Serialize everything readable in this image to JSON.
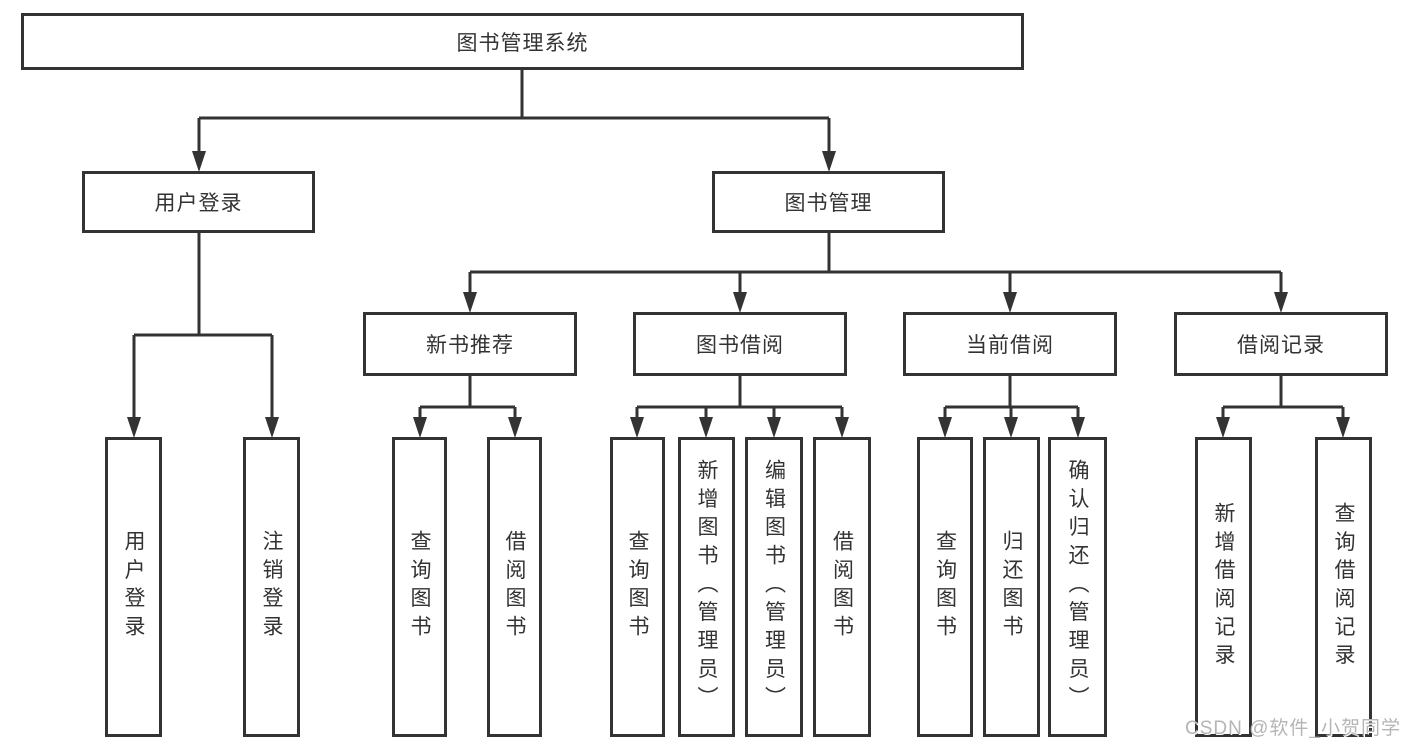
{
  "diagram": {
    "root": {
      "label": "图书管理系统"
    },
    "level2": {
      "login": {
        "label": "用户登录"
      },
      "mgmt": {
        "label": "图书管理"
      }
    },
    "level3": {
      "newbook": {
        "label": "新书推荐"
      },
      "borrow": {
        "label": "图书借阅"
      },
      "current": {
        "label": "当前借阅"
      },
      "records": {
        "label": "借阅记录"
      }
    },
    "leaves": {
      "login": [
        "用户登录",
        "注销登录"
      ],
      "newbook": [
        "查询图书",
        "借阅图书"
      ],
      "borrow": [
        "查询图书",
        "新增图书（管理员）",
        "编辑图书（管理员）",
        "借阅图书"
      ],
      "current": [
        "查询图书",
        "归还图书",
        "确认归还（管理员）"
      ],
      "records": [
        "新增借阅记录",
        "查询借阅记录"
      ]
    }
  },
  "watermark": {
    "text": "CSDN @软件_小贺同学"
  },
  "colors": {
    "line": "#333333",
    "border": "#333333",
    "text": "#333333",
    "watermark": "#b5b5b5",
    "background": "#ffffff"
  }
}
